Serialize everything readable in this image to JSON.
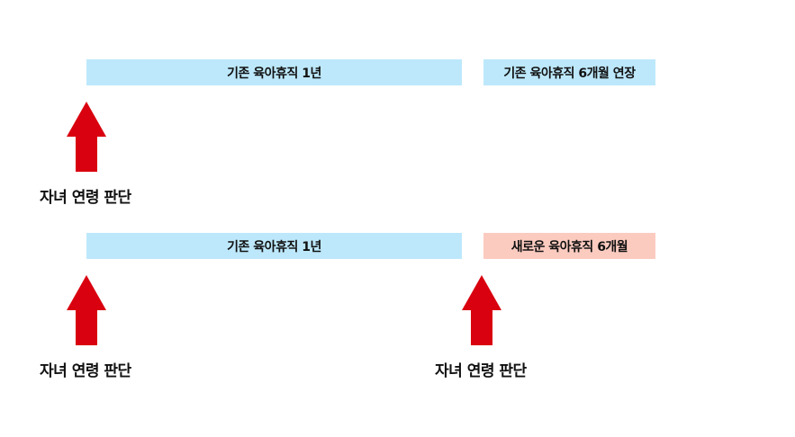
{
  "colors": {
    "existing": "#bde8fb",
    "new": "#fbcbc0",
    "arrow": "#d9000f"
  },
  "rows": [
    {
      "bars": [
        {
          "label": "기존 육아휴직 1년"
        },
        {
          "label": "기존 육아휴직 6개월 연장"
        }
      ],
      "markers": [
        {
          "label": "자녀 연령 판단"
        }
      ]
    },
    {
      "bars": [
        {
          "label": "기존 육아휴직 1년"
        },
        {
          "label": "새로운 육아휴직 6개월"
        }
      ],
      "markers": [
        {
          "label": "자녀 연령 판단"
        },
        {
          "label": "자녀 연령 판단"
        }
      ]
    }
  ]
}
